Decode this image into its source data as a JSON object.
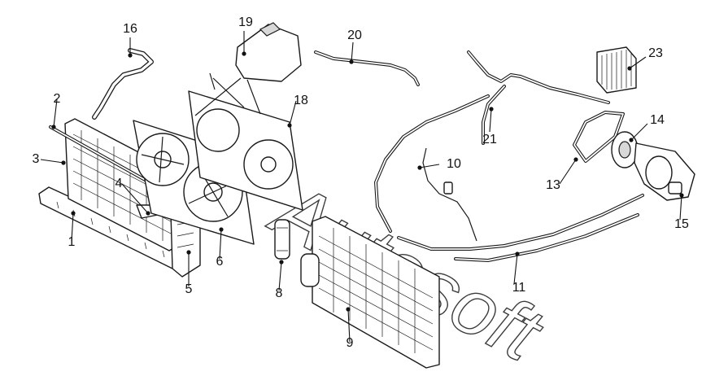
{
  "callouts": [
    {
      "id": "1",
      "text": "1"
    },
    {
      "id": "2",
      "text": "2"
    },
    {
      "id": "3",
      "text": "3"
    },
    {
      "id": "4",
      "text": "4"
    },
    {
      "id": "5",
      "text": "5"
    },
    {
      "id": "6",
      "text": "6"
    },
    {
      "id": "8",
      "text": "8"
    },
    {
      "id": "9",
      "text": "9"
    },
    {
      "id": "10",
      "text": "10"
    },
    {
      "id": "11",
      "text": "11"
    },
    {
      "id": "13",
      "text": "13"
    },
    {
      "id": "14",
      "text": "14"
    },
    {
      "id": "15",
      "text": "15"
    },
    {
      "id": "16",
      "text": "16"
    },
    {
      "id": "18",
      "text": "18"
    },
    {
      "id": "19",
      "text": "19"
    },
    {
      "id": "20",
      "text": "20"
    },
    {
      "id": "21",
      "text": "21"
    },
    {
      "id": "23",
      "text": "23"
    }
  ],
  "watermark": "Autosoft"
}
